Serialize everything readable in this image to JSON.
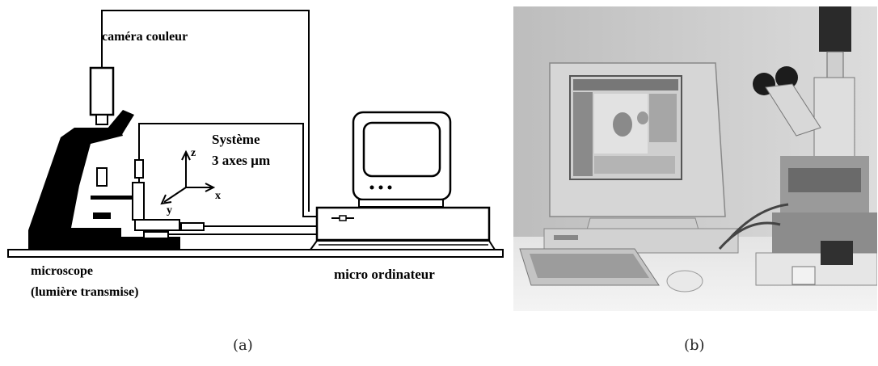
{
  "diagram_a": {
    "labels": {
      "camera": "caméra couleur",
      "stage_system_line1": "Système",
      "stage_system_line2": "3 axes µm",
      "microscope_line1": "microscope",
      "microscope_line2": "(lumière transmise)",
      "computer": "micro ordinateur",
      "axis_z": "z",
      "axis_x": "x",
      "axis_y": "y"
    }
  },
  "photo_b": {},
  "captions": {
    "a": "(a)",
    "b": "(b)"
  }
}
